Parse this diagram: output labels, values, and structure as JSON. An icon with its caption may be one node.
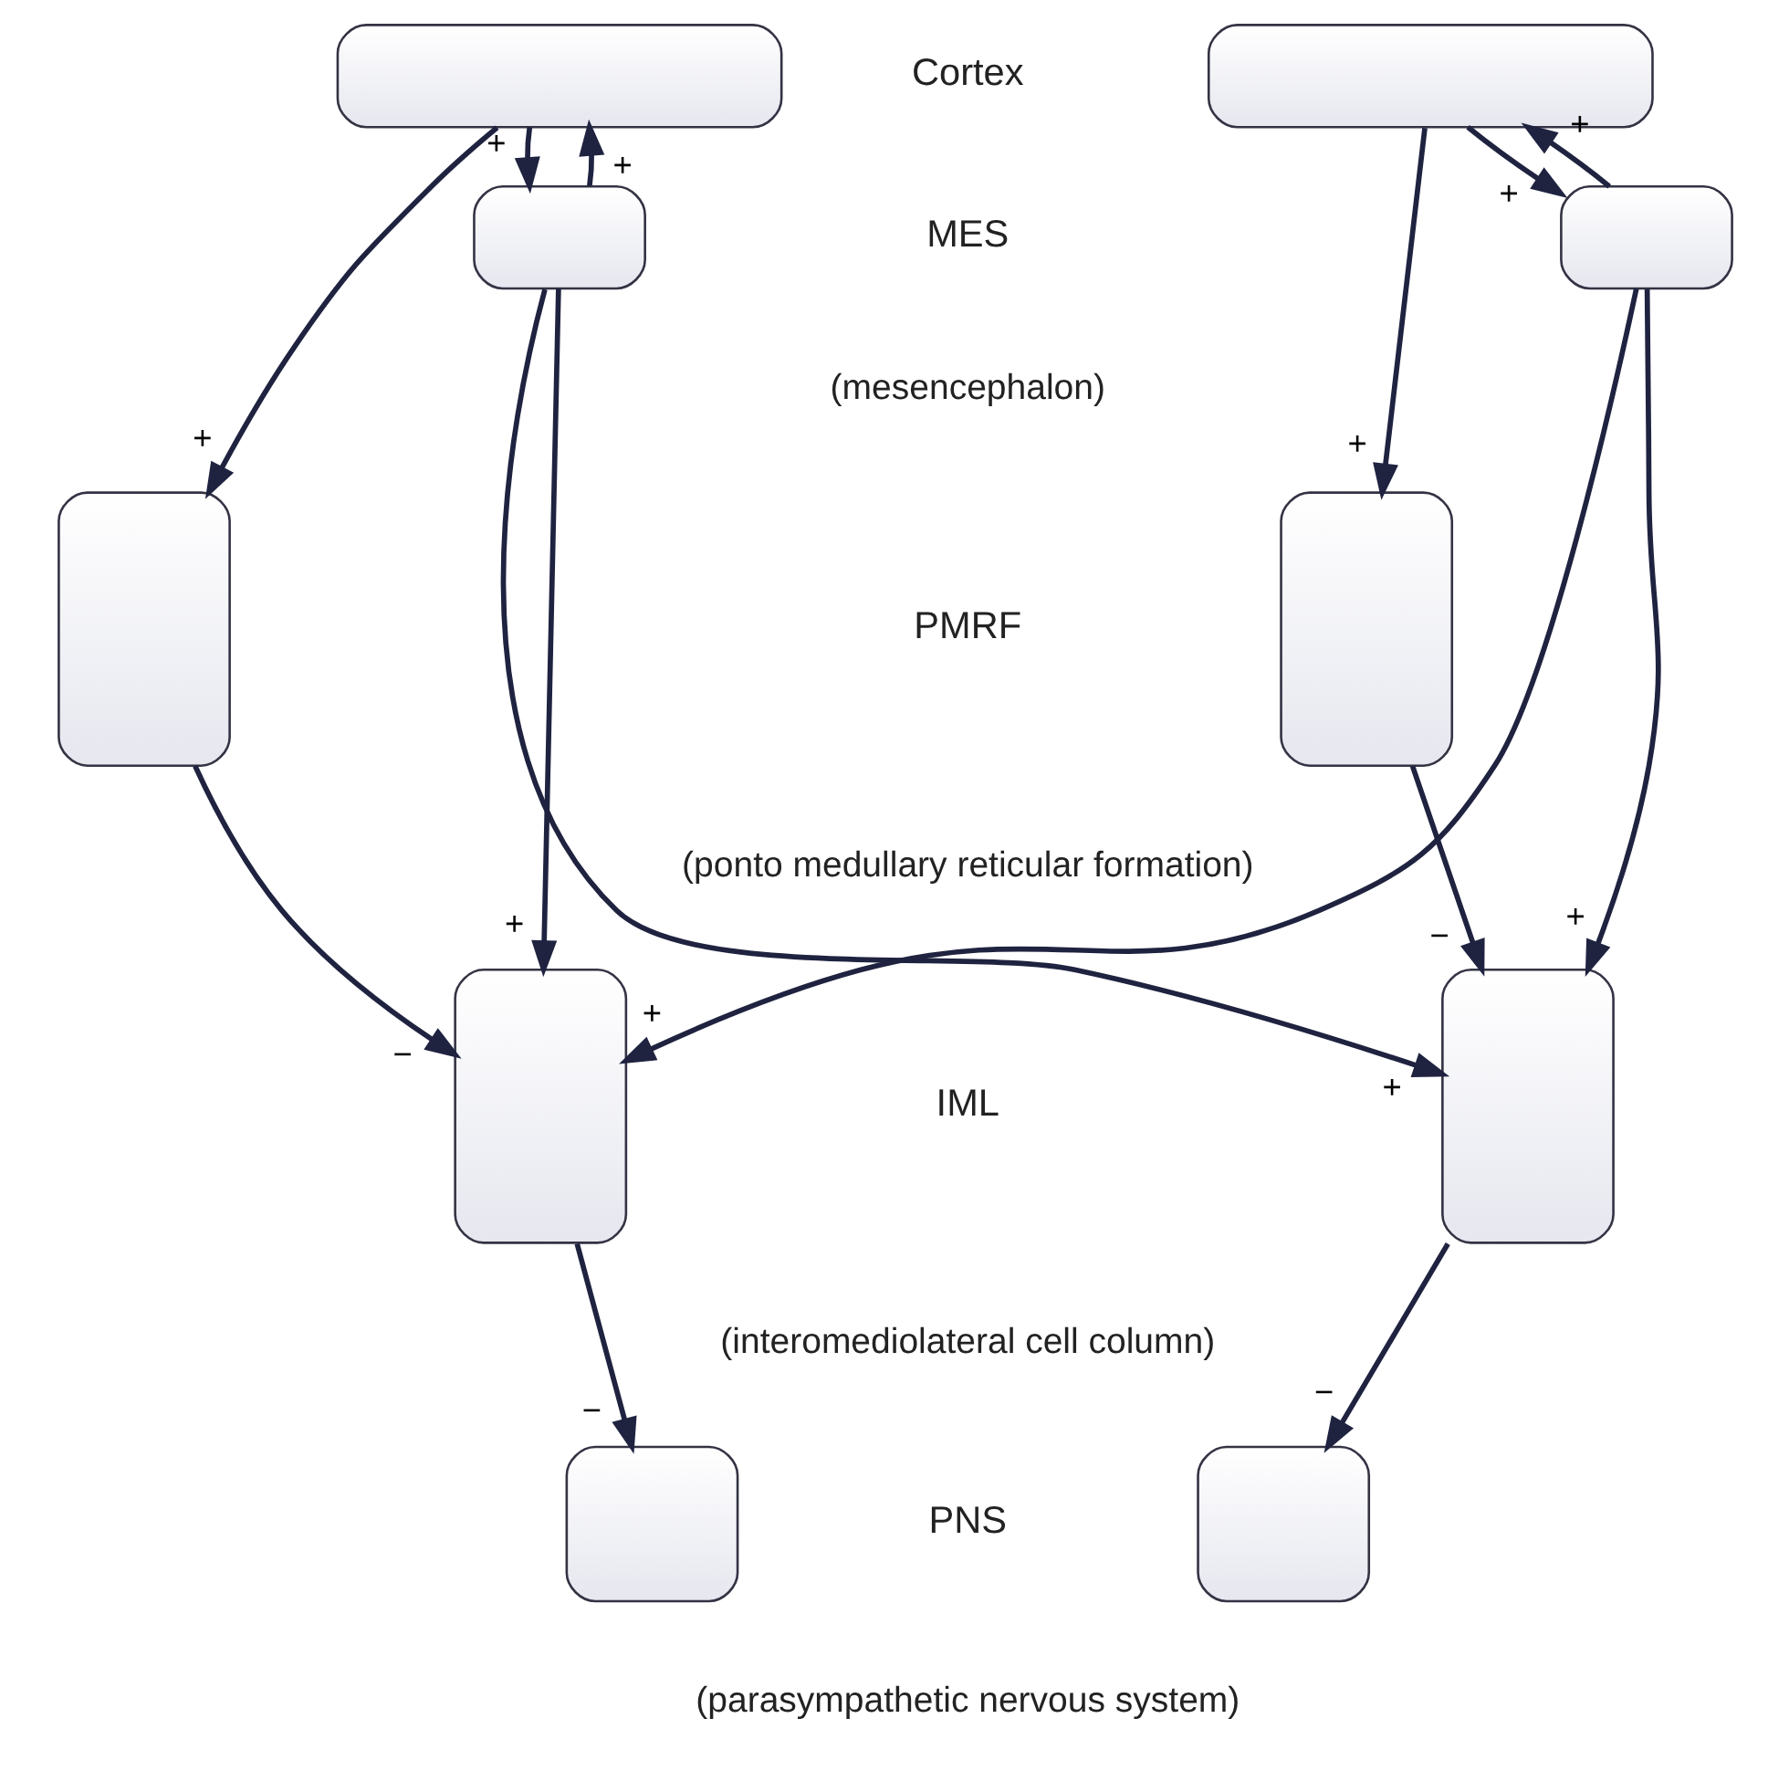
{
  "diagram": {
    "nodes": [
      {
        "text": [],
        "shape": "box"
      },
      {
        "text": [],
        "shape": "box"
      },
      {
        "text": [],
        "shape": "box"
      },
      {
        "text": [],
        "shape": "box"
      },
      {
        "text": [],
        "shape": "box"
      },
      {
        "text": [],
        "shape": "box"
      },
      {
        "text": [],
        "shape": "box"
      },
      {
        "text": [],
        "shape": "box"
      },
      {
        "text": [],
        "shape": "box"
      },
      {
        "text": [],
        "shape": "box"
      }
    ],
    "edges": [
      {
        "from": 0,
        "to": 2,
        "arrow": "to",
        "label": "+"
      },
      {
        "from": 2,
        "to": 0,
        "arrow": "to",
        "label": "+"
      },
      {
        "from": 1,
        "to": 3,
        "arrow": "to",
        "label": "+"
      },
      {
        "from": 3,
        "to": 1,
        "arrow": "to",
        "label": "+"
      },
      {
        "from": 0,
        "to": 4,
        "arrow": "to",
        "label": "+"
      },
      {
        "from": 1,
        "to": 5,
        "arrow": "to",
        "label": "+"
      },
      {
        "from": 2,
        "to": 6,
        "arrow": "to",
        "label": "+"
      },
      {
        "from": 2,
        "to": 7,
        "arrow": "to",
        "label": "+"
      },
      {
        "from": 3,
        "to": 7,
        "arrow": "to",
        "label": "+"
      },
      {
        "from": 3,
        "to": 6,
        "arrow": "to",
        "label": "+"
      },
      {
        "from": 4,
        "to": 6,
        "arrow": "to",
        "label": "−"
      },
      {
        "from": 5,
        "to": 7,
        "arrow": "to",
        "label": "−"
      },
      {
        "from": 6,
        "to": 8,
        "arrow": "to",
        "label": "−"
      },
      {
        "from": 7,
        "to": 9,
        "arrow": "to",
        "label": "−"
      }
    ],
    "labels": [
      "Cortex",
      "MES",
      "(mesencephalon)",
      "PMRF",
      "(ponto medullary reticular formation)",
      "IML",
      "(interomediolateral cell column)",
      "PNS",
      "(parasympathetic nervous system)"
    ]
  }
}
